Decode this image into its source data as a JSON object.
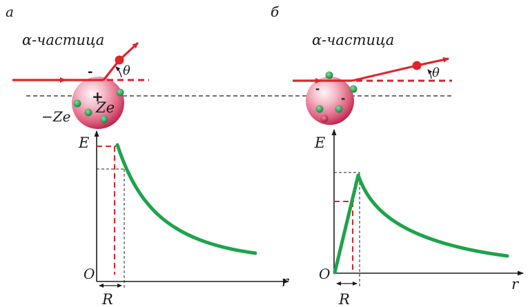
{
  "panel_a": {
    "letter": "а",
    "particle_label": "α-частица",
    "angle_label": "θ",
    "charge_positive": "Ze",
    "charge_negative": "−Ze",
    "axis_y": "E",
    "axis_x": "r",
    "origin": "O",
    "radius": "R"
  },
  "panel_b": {
    "letter": "б",
    "particle_label": "α-частица",
    "angle_label": "θ",
    "axis_y": "E",
    "axis_x": "r",
    "origin": "O",
    "radius": "R"
  },
  "colors": {
    "trajectory": "#e0242b",
    "curve": "#1ea34a",
    "electron": "#1f9b4a",
    "guide_red": "#d8232a",
    "guide_black": "#222222",
    "atom_edge": "#c8264d",
    "atom_center": "#fbe4ea"
  }
}
